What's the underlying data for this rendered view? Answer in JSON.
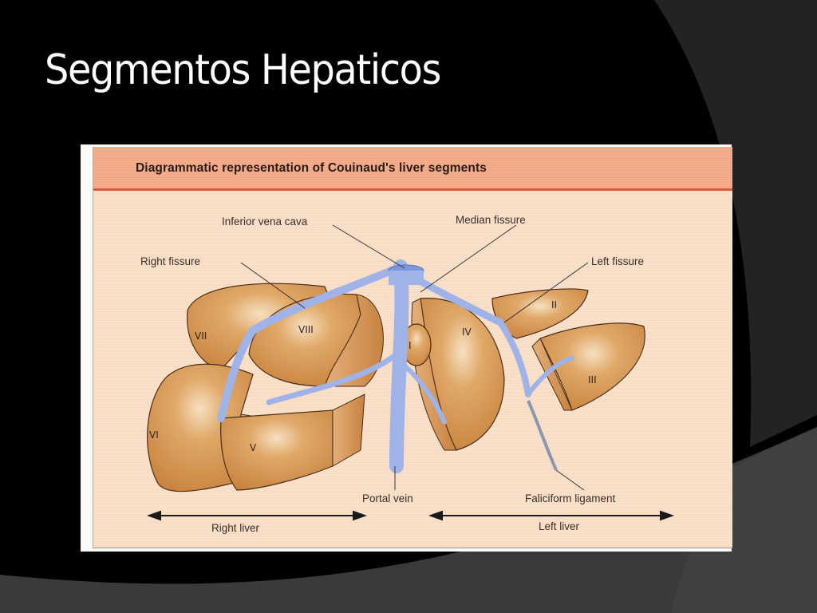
{
  "slide": {
    "title": "Segmentos Hepaticos",
    "background_color": "#000000",
    "accent_shapes_colors": [
      "#232323",
      "#3a3a3a"
    ]
  },
  "figure": {
    "title": "Diagrammatic representation of Couinaud's liver segments",
    "header_color": "#f1a784",
    "header_rule_color": "#d85a3a",
    "panel_color": "#f8dcc3",
    "liver_color": "#d99a55",
    "vessel_color": "#9fb3e8",
    "labels": {
      "inferior_vena_cava": "Inferior vena cava",
      "median_fissure": "Median fissure",
      "right_fissure": "Right fissure",
      "left_fissure": "Left fissure",
      "portal_vein": "Portal vein",
      "faliciform_ligament": "Faliciform ligament",
      "right_liver": "Right liver",
      "left_liver": "Left liver"
    },
    "segments": [
      "I",
      "II",
      "III",
      "IV",
      "V",
      "VI",
      "VII",
      "VIII"
    ]
  }
}
